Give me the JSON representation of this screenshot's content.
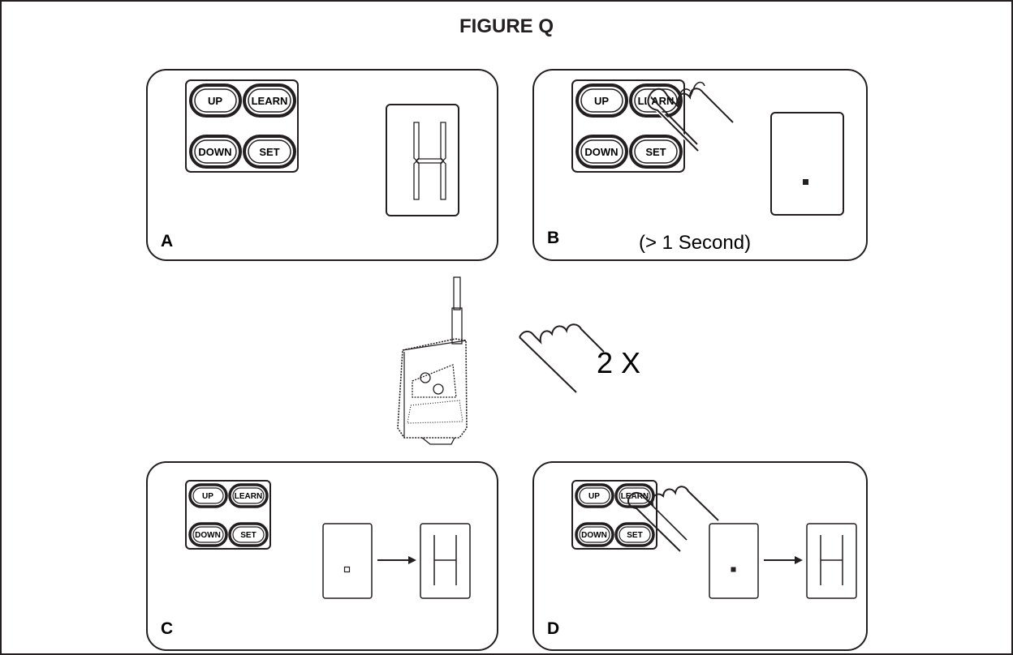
{
  "title": "FIGURE Q",
  "buttons": {
    "up": "UP",
    "learn": "LEARN",
    "down": "DOWN",
    "set": "SET"
  },
  "panels": [
    {
      "id": "A",
      "label": "A",
      "display": "H"
    },
    {
      "id": "B",
      "label": "B",
      "display": "dot",
      "note": "(> 1 Second)",
      "pressed_button": "LEARN"
    },
    {
      "id": "C",
      "label": "C",
      "display_sequence": [
        "dot",
        "H"
      ]
    },
    {
      "id": "D",
      "label": "D",
      "display_sequence": [
        "dot",
        "H"
      ],
      "pressed_button": "LEARN"
    }
  ],
  "remote_press": {
    "count": "2 X"
  },
  "colors": {
    "ink": "#231f20",
    "background": "#ffffff"
  }
}
